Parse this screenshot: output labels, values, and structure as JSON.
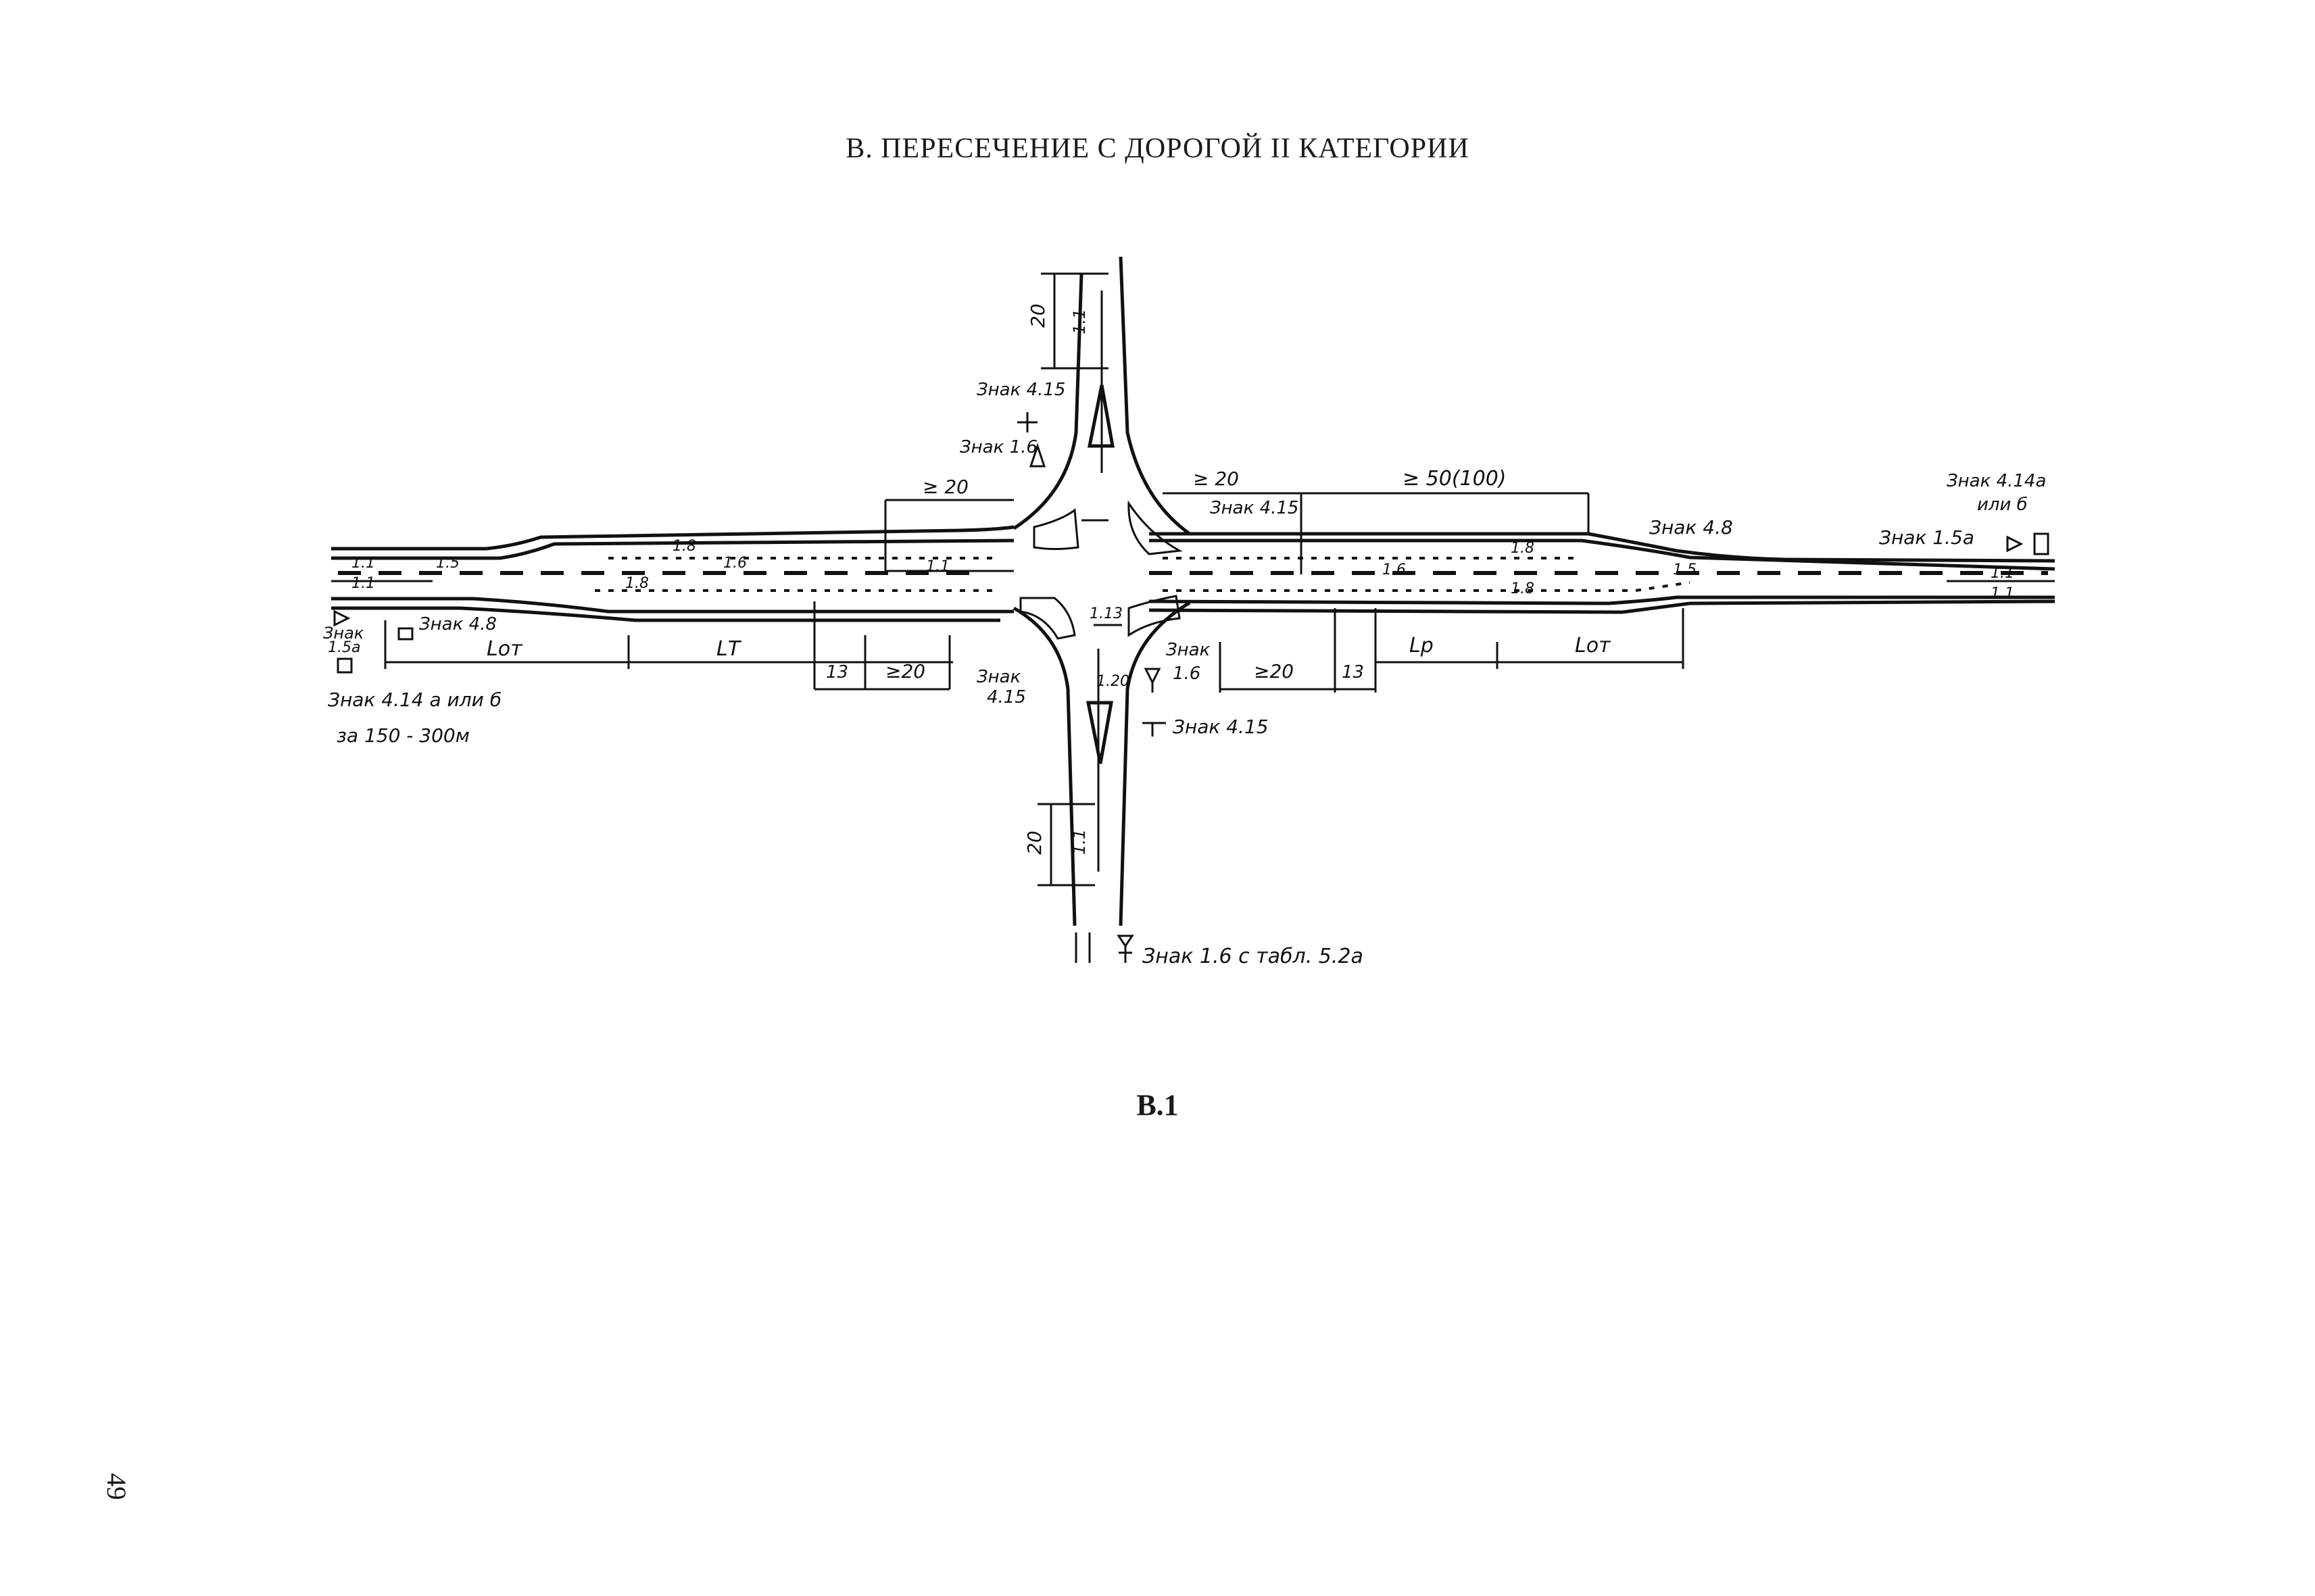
{
  "title": "В. ПЕРЕСЕЧЕНИЕ С ДОРОГОЙ II КАТЕГОРИИ",
  "figure_caption": "В.1",
  "page_number": "49",
  "labels": {
    "dim_20_top": "20",
    "dim_20_bottom": "20",
    "dim_ge20_left": "≥ 20",
    "dim_ge20_right": "≥ 20",
    "dim_ge50": "≥ 50(100)",
    "dim_ge20_low_left": "≥20",
    "dim_ge20_low_right": "≥20",
    "dim_13_left": "13",
    "dim_13_right": "13",
    "dim_lot_left": "Lот",
    "dim_lt": "LТ",
    "dim_lp": "Lр",
    "dim_lot_right": "Lот",
    "mark_1_1_top": "1.1",
    "mark_1_1_bottom": "1.1",
    "mark_1_1_left_a": "1.1",
    "mark_1_1_left_b": "1.1",
    "mark_1_1_right_a": "1.1",
    "mark_1_1_right_b": "1.1",
    "mark_1_1_center": "1.1",
    "mark_1_5_left": "1.5",
    "mark_1_5_right": "1.5",
    "mark_1_8_a": "1.8",
    "mark_1_8_b": "1.8",
    "mark_1_8_c": "1.8",
    "mark_1_8_d": "1.8",
    "mark_1_6_a": "1.6",
    "mark_1_6_b": "1.6",
    "mark_1_13": "1.13",
    "mark_1_20": "1.20",
    "sign_415_top": "Знак 4.15",
    "sign_16_top": "Знак 1.6",
    "sign_415_right": "Знак 4.15",
    "sign_48_right": "Знак 4.8",
    "sign_414a_right": "Знак 4.14а",
    "sign_or_b_right": "или б",
    "sign_15a_right": "Знак 1.5а",
    "sign_15a_left_1": "Знак",
    "sign_15a_left_2": "1.5а",
    "sign_48_left": "Знак 4.8",
    "sign_414_left": "Знак 4.14 а или б",
    "sign_distance_left": "за 150 - 300м",
    "sign_415_low_left_1": "Знак",
    "sign_415_low_left_2": "4.15",
    "sign_16_low_1": "Знак",
    "sign_16_low_2": "1.6",
    "sign_415_low_right": "Знак 4.15",
    "sign_16_bottom": "Знак 1.6 с табл. 5.2а"
  }
}
